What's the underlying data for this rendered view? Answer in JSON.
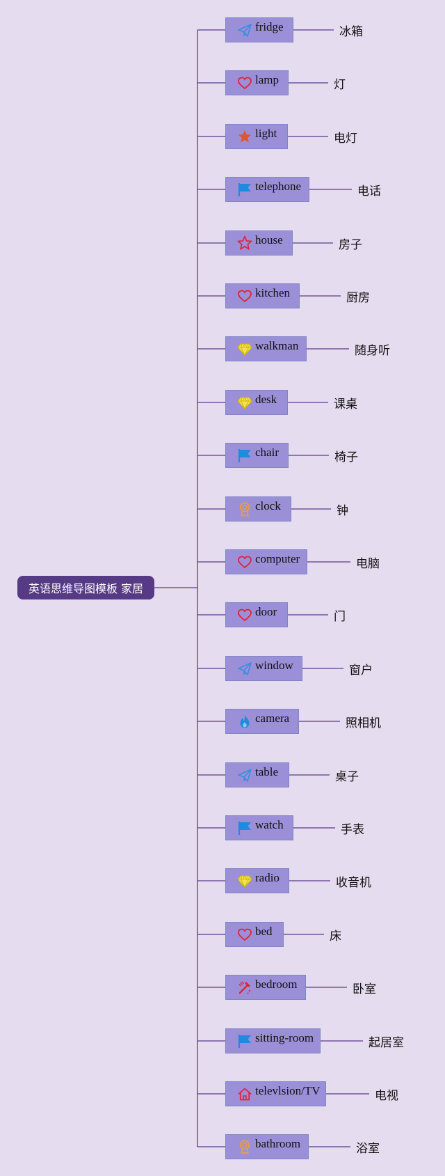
{
  "root": {
    "label": "英语思维导图模板 家居"
  },
  "colors": {
    "background": "#e6dcef",
    "root": "#563a86",
    "node": "#9b8fd8",
    "line": "#5b3a8a"
  },
  "items": [
    {
      "en": "fridge",
      "zh": "冰箱",
      "icon": "paper-plane-icon"
    },
    {
      "en": "lamp",
      "zh": "灯",
      "icon": "heart-icon"
    },
    {
      "en": "light",
      "zh": "电灯",
      "icon": "star-filled-icon"
    },
    {
      "en": "telephone",
      "zh": "电话",
      "icon": "flag-icon"
    },
    {
      "en": "house",
      "zh": "房子",
      "icon": "star-outline-icon"
    },
    {
      "en": "kitchen",
      "zh": "厨房",
      "icon": "heart-icon"
    },
    {
      "en": "walkman",
      "zh": "随身听",
      "icon": "diamond-icon"
    },
    {
      "en": "desk",
      "zh": "课桌",
      "icon": "diamond-icon"
    },
    {
      "en": "chair",
      "zh": "椅子",
      "icon": "flag-icon"
    },
    {
      "en": "clock",
      "zh": "钟",
      "icon": "award-icon"
    },
    {
      "en": "computer",
      "zh": "电脑",
      "icon": "heart-icon"
    },
    {
      "en": "door",
      "zh": "门",
      "icon": "heart-icon"
    },
    {
      "en": "window",
      "zh": "窗户",
      "icon": "paper-plane-icon"
    },
    {
      "en": "camera",
      "zh": "照相机",
      "icon": "flame-icon"
    },
    {
      "en": "table",
      "zh": "桌子",
      "icon": "paper-plane-icon"
    },
    {
      "en": "watch",
      "zh": "手表",
      "icon": "flag-icon"
    },
    {
      "en": "radio",
      "zh": "收音机",
      "icon": "diamond-icon"
    },
    {
      "en": "bed",
      "zh": "床",
      "icon": "heart-icon"
    },
    {
      "en": "bedroom",
      "zh": "卧室",
      "icon": "tools-icon"
    },
    {
      "en": "sitting-room",
      "zh": "起居室",
      "icon": "flag-icon"
    },
    {
      "en": "televlsion/TV",
      "zh": "电视",
      "icon": "home-icon"
    },
    {
      "en": "bathroom",
      "zh": "浴室",
      "icon": "award-icon"
    }
  ]
}
